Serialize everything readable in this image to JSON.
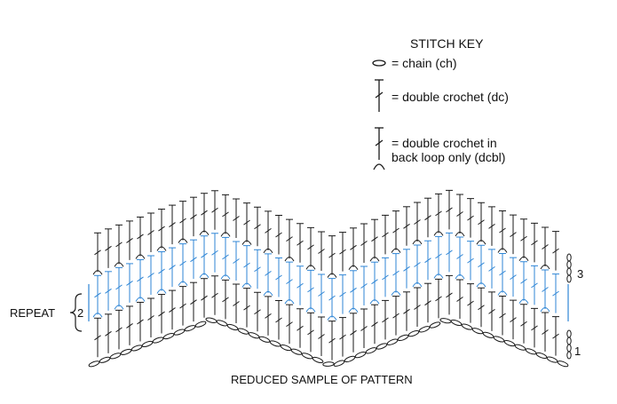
{
  "stitch_key": {
    "title": "STITCH KEY",
    "items": [
      {
        "symbol": "chain-oval-icon",
        "lines": [
          "= chain (ch)"
        ]
      },
      {
        "symbol": "double-crochet-icon",
        "lines": [
          "= double crochet (dc)"
        ]
      },
      {
        "symbol": "double-crochet-back-loop-icon",
        "lines": [
          "= double crochet in",
          "back loop only (dcbl)"
        ]
      }
    ]
  },
  "chart": {
    "caption": "REDUCED SAMPLE OF PATTERN",
    "repeat_label": "REPEAT",
    "row_numbers": [
      "1",
      "2",
      "3"
    ],
    "colors": {
      "ink": "#1a1a1a",
      "repeat_rows": "#2f86d6"
    },
    "pattern": {
      "peaks": 2,
      "row_groups": [
        {
          "row": "1",
          "stitch": "chain",
          "color": "ink"
        },
        {
          "stitch": "double crochet",
          "color": "ink"
        },
        {
          "row": "2",
          "stitch": "double crochet in back loop only",
          "color": "repeat_rows"
        },
        {
          "row": "3",
          "stitch": "double crochet in back loop only",
          "color": "ink"
        }
      ]
    }
  }
}
